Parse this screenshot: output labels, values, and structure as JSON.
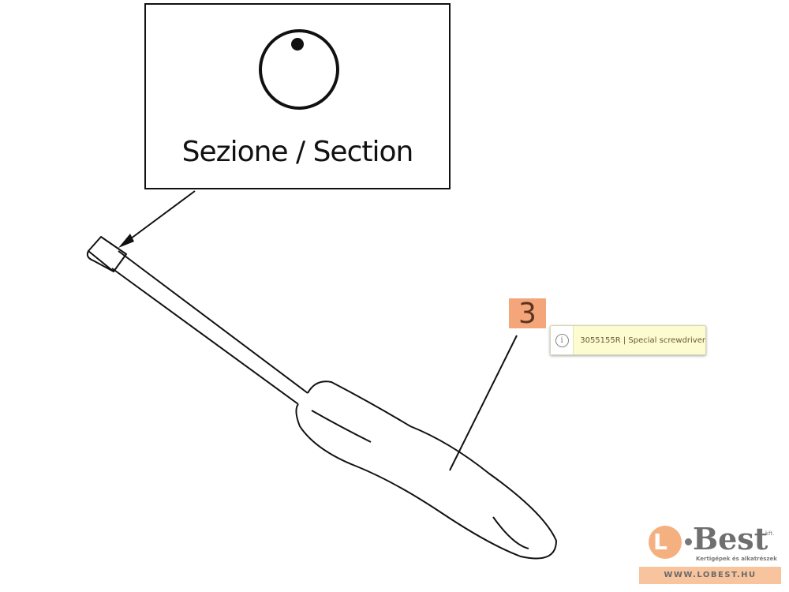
{
  "section_box": {
    "title": "Sezione / Section"
  },
  "callout": {
    "number": "3"
  },
  "tooltip": {
    "icon": "info-icon",
    "text": "3055155R | Special screwdriver"
  },
  "logo": {
    "name": "Best",
    "letter": "L",
    "suffix": "kft.",
    "tagline": "Kertigépek és alkatrészek",
    "url": "WWW.LOBEST.HU"
  }
}
